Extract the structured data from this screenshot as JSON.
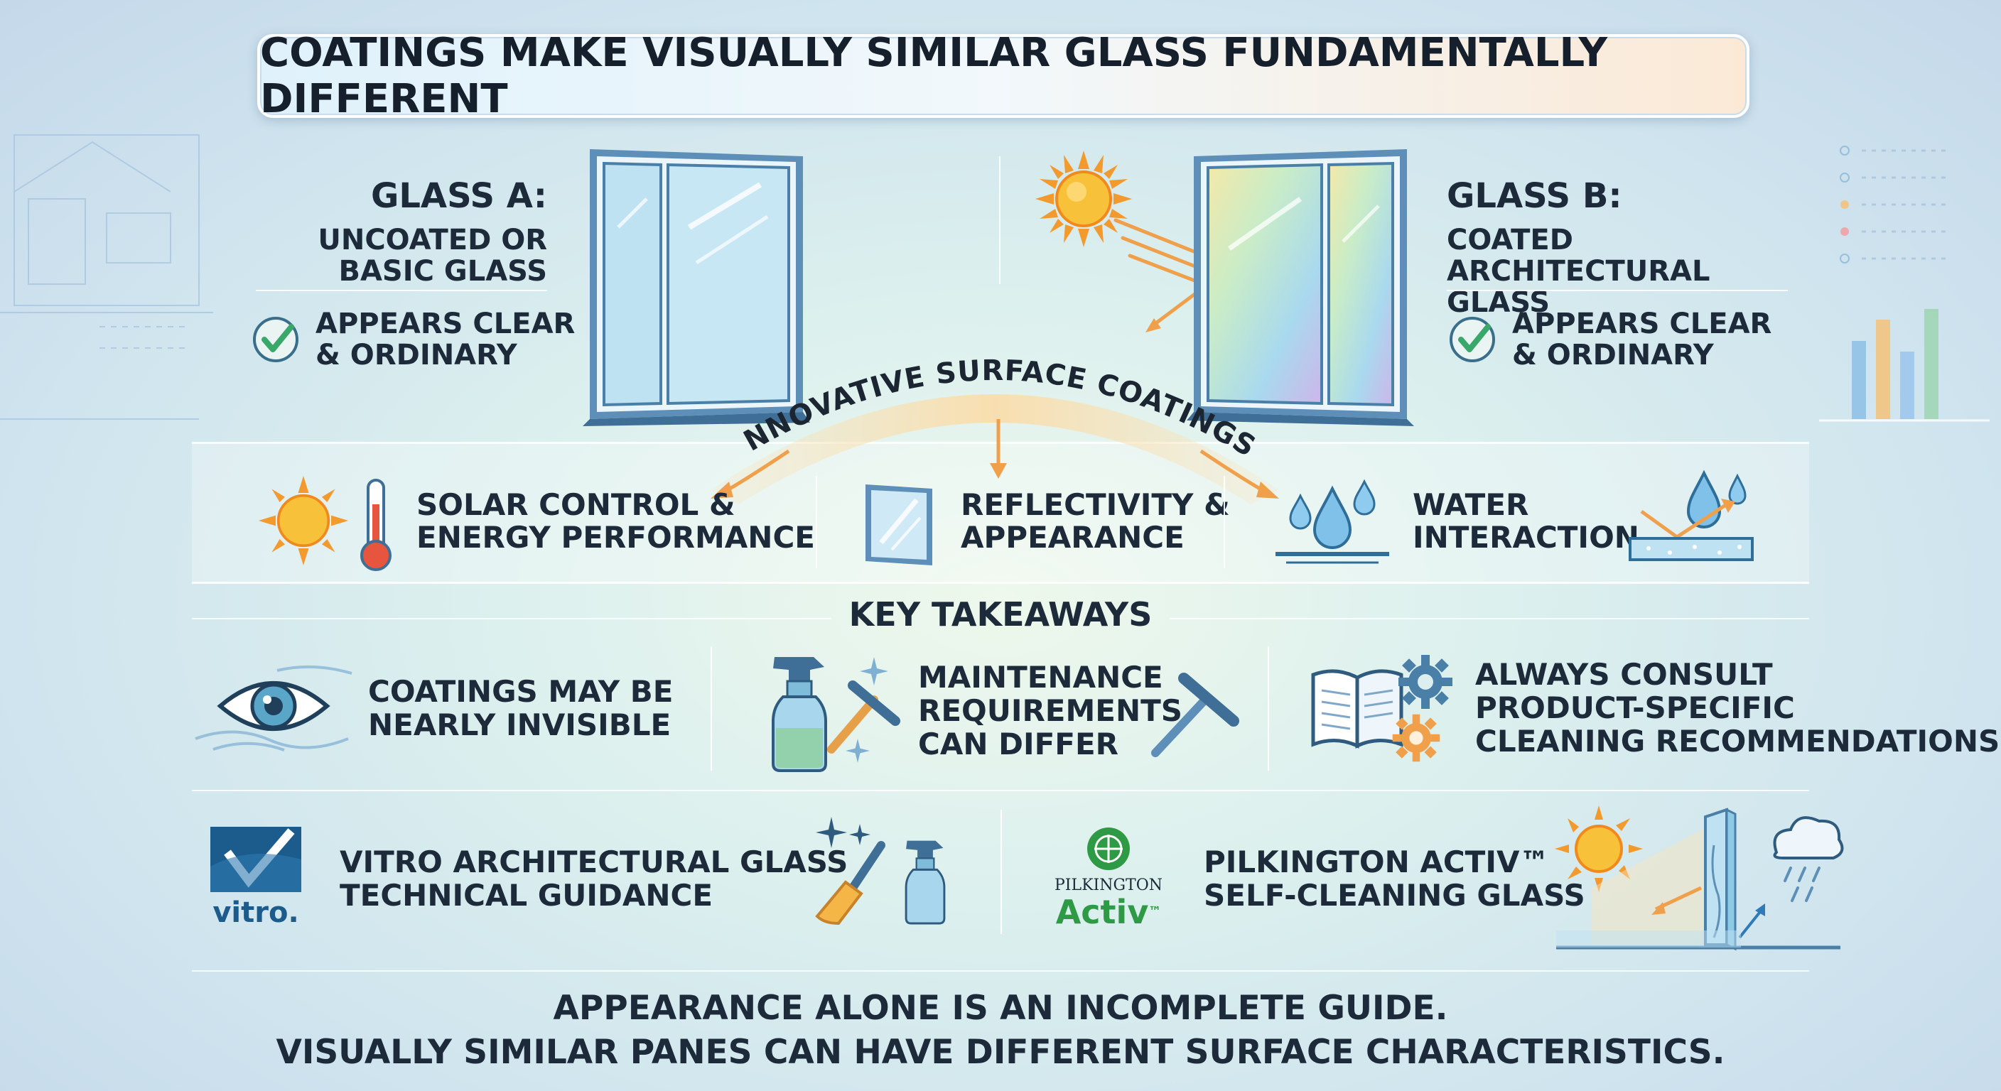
{
  "title": "COATINGS MAKE VISUALLY SIMILAR GLASS FUNDAMENTALLY DIFFERENT",
  "glass_a": {
    "title": "GLASS A:",
    "subtitle_line1": "UNCOATED OR",
    "subtitle_line2": "BASIC GLASS",
    "check_line1": "APPEARS CLEAR",
    "check_line2": "& ORDINARY"
  },
  "glass_b": {
    "title": "GLASS B:",
    "subtitle_line1": "COATED",
    "subtitle_line2": "ARCHITECTURAL GLASS",
    "check_line1": "APPEARS CLEAR",
    "check_line2": "& ORDINARY"
  },
  "arc_label": "INNOVATIVE SURFACE COATINGS",
  "features": [
    {
      "line1": "SOLAR CONTROL &",
      "line2": "ENERGY PERFORMANCE"
    },
    {
      "line1": "REFLECTIVITY &",
      "line2": "APPEARANCE"
    },
    {
      "line1": "WATER",
      "line2": "INTERACTION"
    }
  ],
  "takeaways": {
    "heading": "KEY TAKEAWAYS",
    "items": [
      {
        "line1": "COATINGS MAY BE",
        "line2": "NEARLY INVISIBLE"
      },
      {
        "line1": "MAINTENANCE",
        "line2": "REQUIREMENTS",
        "line3": "CAN DIFFER"
      },
      {
        "line1": "ALWAYS CONSULT",
        "line2": "PRODUCT-SPECIFIC",
        "line3": "CLEANING RECOMMENDATIONS"
      }
    ]
  },
  "references": [
    {
      "logo_text": "vitro.",
      "line1": "VITRO ARCHITECTURAL GLASS",
      "line2": "TECHNICAL GUIDANCE"
    },
    {
      "logo_top": "PILKINGTON",
      "logo_bottom": "Activ",
      "logo_tm": "™",
      "line1": "PILKINGTON ACTIV™",
      "line2": "SELF-CLEANING GLASS"
    }
  ],
  "footer": {
    "line1": "APPEARANCE ALONE IS AN INCOMPLETE GUIDE.",
    "line2": "VISUALLY SIMILAR PANES CAN HAVE DIFFERENT SURFACE CHARACTERISTICS."
  },
  "colors": {
    "accent_orange": "#f0a04a",
    "sun_yellow": "#f7b52c",
    "glass_blue": "#8ec9e6",
    "frame_blue": "#4a7fa8",
    "check_green": "#3aa86a",
    "vitro_blue": "#1b5c8c",
    "activ_green": "#2f9a45"
  }
}
